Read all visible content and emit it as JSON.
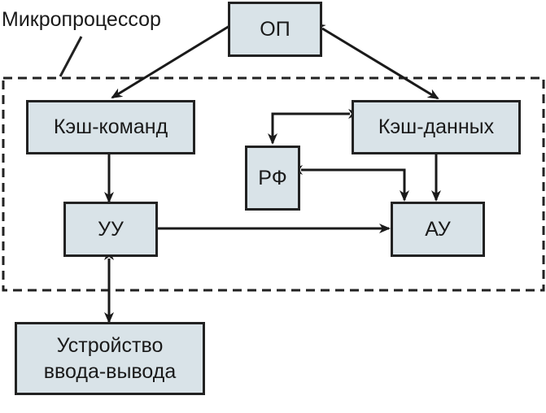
{
  "diagram": {
    "title_label": "Микропроцессор",
    "nodes": {
      "op": "ОП",
      "cache_cmd": "Кэш-команд",
      "cache_data": "Кэш-данных",
      "rf": "РФ",
      "uu": "УУ",
      "au": "АУ",
      "io_line1": "Устройство",
      "io_line2": "ввода-вывода"
    },
    "edges": [
      {
        "from": "ОП",
        "to": "Кэш-команд",
        "type": "directed"
      },
      {
        "from": "ОП",
        "to": "Кэш-данных",
        "type": "bidirectional"
      },
      {
        "from": "Кэш-данных",
        "to": "РФ",
        "type": "bidirectional"
      },
      {
        "from": "РФ",
        "to": "АУ",
        "type": "bidirectional"
      },
      {
        "from": "Кэш-данных",
        "to": "АУ",
        "type": "directed"
      },
      {
        "from": "Кэш-команд",
        "to": "УУ",
        "type": "directed"
      },
      {
        "from": "УУ",
        "to": "АУ",
        "type": "directed"
      },
      {
        "from": "УУ",
        "to": "Устройство ввода-вывода",
        "type": "bidirectional"
      }
    ],
    "colors": {
      "box_fill": "#d9e3e8",
      "stroke": "#222222"
    }
  }
}
